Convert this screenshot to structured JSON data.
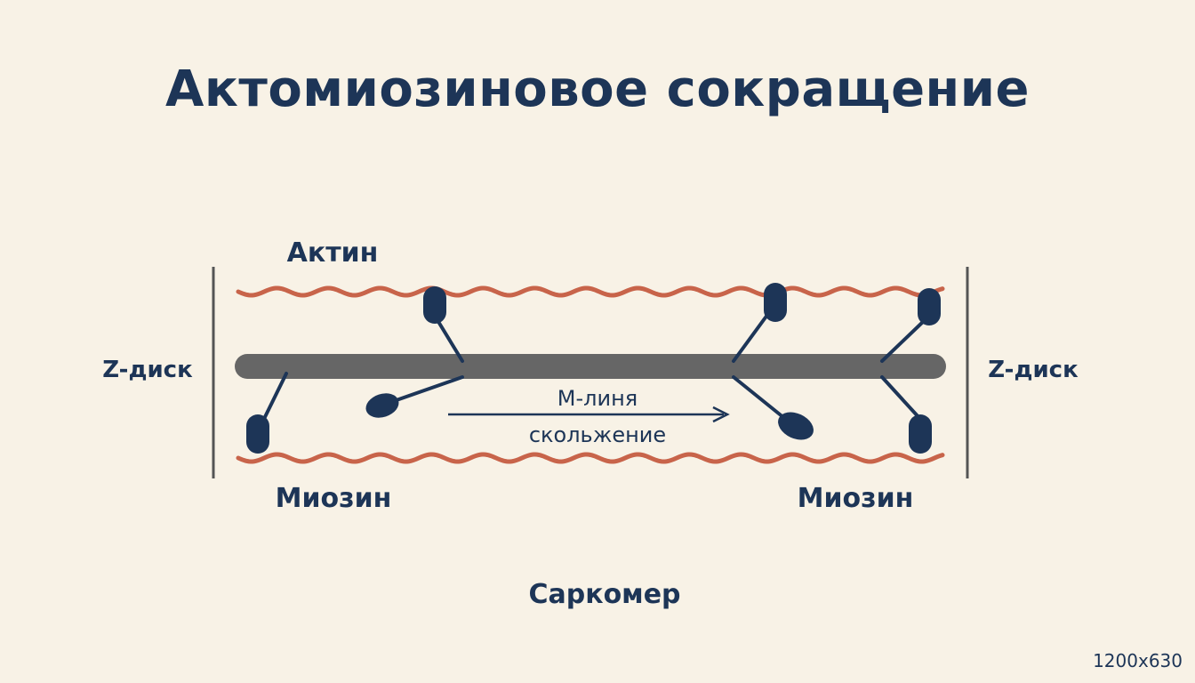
{
  "title": "Актомиозиновое сокращение",
  "labels": {
    "actin": "Актин",
    "z_disc_left": "Z-диск",
    "z_disc_right": "Z-диск",
    "m_line": "М-линя",
    "sliding": "скольжение",
    "myosin_left": "Миозин",
    "myosin_right": "Миозин",
    "sarcomere": "Саркомер",
    "dimensions": "1200x630"
  },
  "colors": {
    "background": "#f8f2e6",
    "text": "#1d3557",
    "actin": "#c8644a",
    "myosin_filament": "#666666",
    "myosin_head": "#1d3557",
    "z_disc": "#555555"
  }
}
